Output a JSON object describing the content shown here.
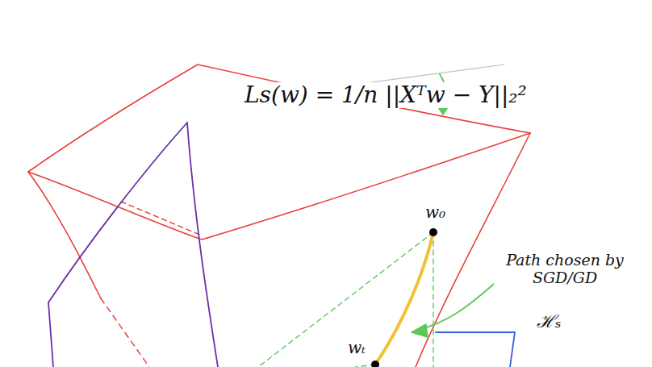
{
  "diagram": {
    "labels": [
      "Ls(w) = 1/n ||Xᵀw − Y||₂²",
      "w₀",
      "wₜ",
      "Path chosen by SGD/GD",
      "ℋₛ"
    ]
  }
}
